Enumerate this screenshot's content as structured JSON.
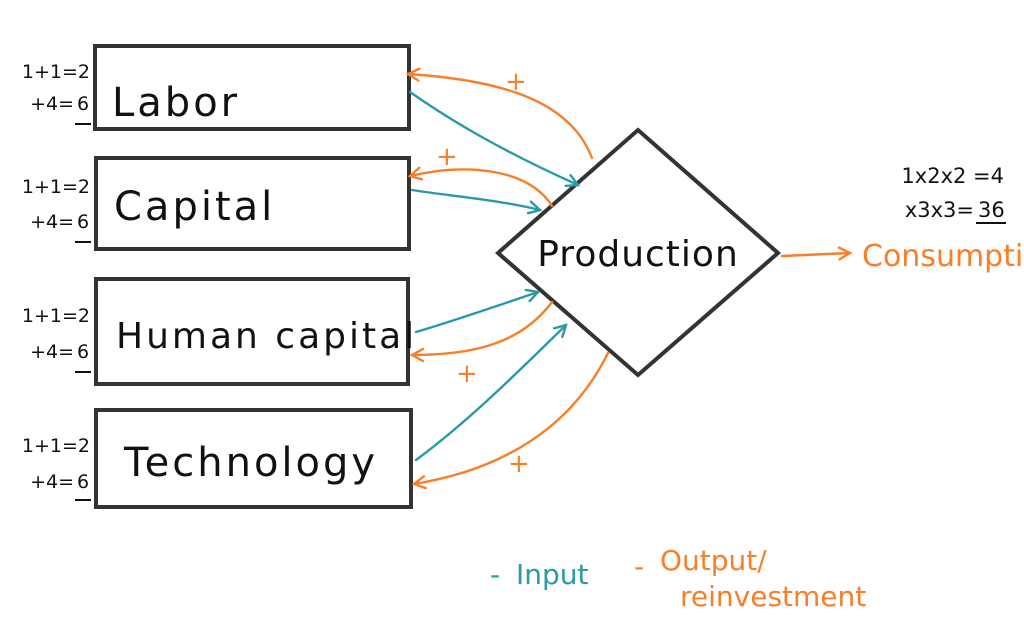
{
  "diagram": {
    "inputs": [
      {
        "label": "Labor",
        "calc_line1": "1+1=2",
        "calc_line2_prefix": "+4=",
        "calc_line2_result": "6",
        "reinvestment_sign": "+"
      },
      {
        "label": "Capital",
        "calc_line1": "1+1=2",
        "calc_line2_prefix": "+4=",
        "calc_line2_result": "6",
        "reinvestment_sign": "+"
      },
      {
        "label": "Human capital",
        "calc_line1": "1+1=2",
        "calc_line2_prefix": "+4=",
        "calc_line2_result": "6",
        "reinvestment_sign": "+"
      },
      {
        "label": "Technology",
        "calc_line1": "1+1=2",
        "calc_line2_prefix": "+4=",
        "calc_line2_result": "6",
        "reinvestment_sign": "+"
      }
    ],
    "process": {
      "label": "Production"
    },
    "output": {
      "label": "Consumption",
      "calc_line1": "1x2x2 =4",
      "calc_line2_prefix": "x3x3=",
      "calc_line2_result": "36"
    },
    "legend": [
      {
        "marker": "-",
        "label": "Input",
        "color": "#2a9aa5"
      },
      {
        "marker": "-",
        "label_line1": "Output/",
        "label_line2": "reinvestment",
        "color": "#f77f2a"
      }
    ]
  },
  "colors": {
    "input": "#2a9aa5",
    "output": "#f77f2a",
    "stroke": "#333333",
    "text": "#111111"
  }
}
